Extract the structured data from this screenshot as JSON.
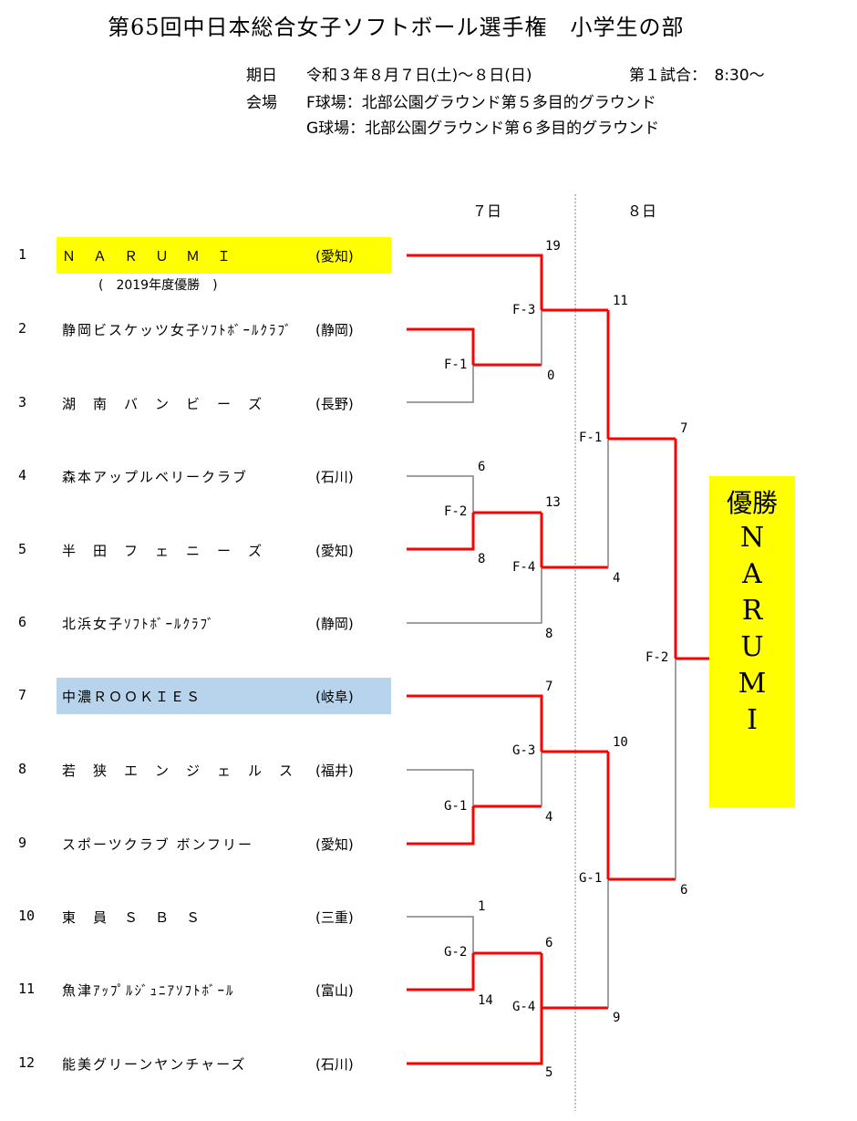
{
  "title": "第65回中日本総合女子ソフトボール選手権　小学生の部",
  "info": {
    "date_label": "期日",
    "date_value": "令和３年８月７日(土)～８日(日)",
    "first_match": "第１試合：　8:30～",
    "venue_label": "会場",
    "venue_f": "F球場：北部公園グラウンド第５多目的グラウンド",
    "venue_g": "G球場：北部公園グラウンド第６多目的グラウンド"
  },
  "days": {
    "day1": "７日",
    "day2": "８日"
  },
  "teams": [
    {
      "no": "1",
      "name": "Ｎ　Ａ　Ｒ　Ｕ　Ｍ　Ｉ",
      "pref": "(愛知)",
      "highlight": "#ffff00",
      "note": "(　2019年度優勝　)"
    },
    {
      "no": "2",
      "name": "静岡ビスケッツ女子ｿﾌﾄﾎﾞｰﾙｸﾗﾌﾞ",
      "pref": "(静岡)",
      "highlight": ""
    },
    {
      "no": "3",
      "name": "湖　南　バ　ン　ビ　ー　ズ",
      "pref": "(長野)",
      "highlight": ""
    },
    {
      "no": "4",
      "name": "森本アップルベリークラブ",
      "pref": "(石川)",
      "highlight": ""
    },
    {
      "no": "5",
      "name": "半　田　フ　ェ　ニ　ー　ズ",
      "pref": "(愛知)",
      "highlight": ""
    },
    {
      "no": "6",
      "name": "北浜女子ｿﾌﾄﾎﾞｰﾙｸﾗﾌﾞ",
      "pref": "(静岡)",
      "highlight": ""
    },
    {
      "no": "7",
      "name": "中濃ＲＯＯＫＩＥＳ",
      "pref": "(岐阜)",
      "highlight": "#b8d4ec"
    },
    {
      "no": "8",
      "name": "若　狭　エ　ン　ジ　ェ　ル　ス",
      "pref": "(福井)",
      "highlight": ""
    },
    {
      "no": "9",
      "name": "スポーツクラブ ボンフリー",
      "pref": "(愛知)",
      "highlight": ""
    },
    {
      "no": "10",
      "name": "東　員　Ｓ　Ｂ　Ｓ",
      "pref": "(三重)",
      "highlight": ""
    },
    {
      "no": "11",
      "name": "魚津ｱｯﾌﾟﾙｼﾞｭﾆｱｿﾌﾄﾎﾞｰﾙ",
      "pref": "(富山)",
      "highlight": ""
    },
    {
      "no": "12",
      "name": "能美グリーンヤンチャーズ",
      "pref": "(石川)",
      "highlight": ""
    }
  ],
  "matches": {
    "F-1": {
      "label": "F-1",
      "score_top": "",
      "score_bottom": ""
    },
    "F-2": {
      "label": "F-2",
      "score_top": "6",
      "score_bottom": "8"
    },
    "F-3": {
      "label": "F-3",
      "score_top": "19",
      "score_bottom": "0"
    },
    "F-4": {
      "label": "F-4",
      "score_top": "13",
      "score_bottom": "8"
    },
    "G-1": {
      "label": "G-1",
      "score_top": "",
      "score_bottom": ""
    },
    "G-2": {
      "label": "G-2",
      "score_top": "1",
      "score_bottom": "14"
    },
    "G-3": {
      "label": "G-3",
      "score_top": "7",
      "score_bottom": "4"
    },
    "G-4": {
      "label": "G-4",
      "score_top": "6",
      "score_bottom": "5"
    },
    "SF-F": {
      "label": "F-1",
      "score_top": "11",
      "score_bottom": "4"
    },
    "SF-G": {
      "label": "G-1",
      "score_top": "10",
      "score_bottom": "9"
    },
    "FINAL": {
      "label": "F-2",
      "score_top": "7",
      "score_bottom": "6"
    }
  },
  "champion": {
    "label": "優勝",
    "letters": [
      "N",
      "A",
      "R",
      "U",
      "M",
      "I"
    ]
  },
  "colors": {
    "win_line": "#ff0000",
    "lose_line": "#808080",
    "champion_bg": "#ffff00",
    "team1_bg": "#ffff00",
    "team7_bg": "#b8d4ec",
    "divider": "#808080"
  }
}
